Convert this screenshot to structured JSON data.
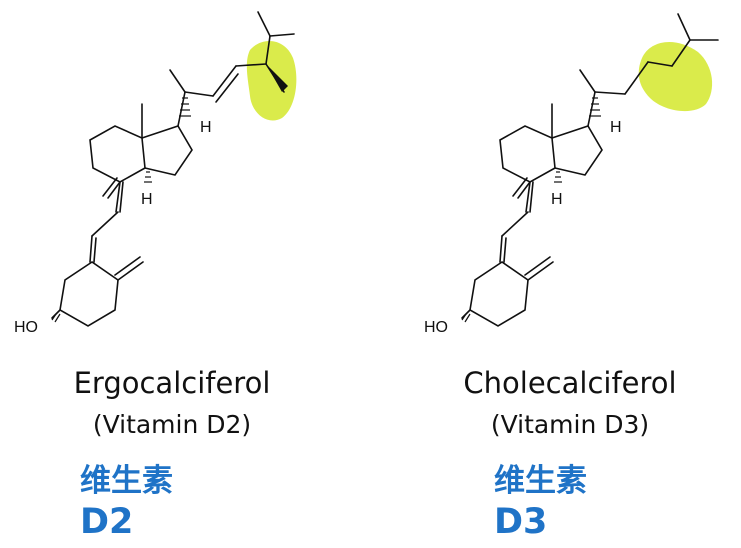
{
  "left": {
    "name": "Ergocalciferol",
    "subtitle": "(Vitamin D2)",
    "cn_label": "维生素",
    "code": "D2",
    "atom_ho": "HO",
    "atom_h_top": "H",
    "atom_h_bottom": "H"
  },
  "right": {
    "name": "Cholecalciferol",
    "subtitle": "(Vitamin D3)",
    "cn_label": "维生素",
    "code": "D3",
    "atom_ho": "HO",
    "atom_h_top": "H",
    "atom_h_bottom": "H"
  },
  "colors": {
    "highlight": "#d4e82c",
    "label_blue": "#1f73c7",
    "bond": "#111111"
  }
}
